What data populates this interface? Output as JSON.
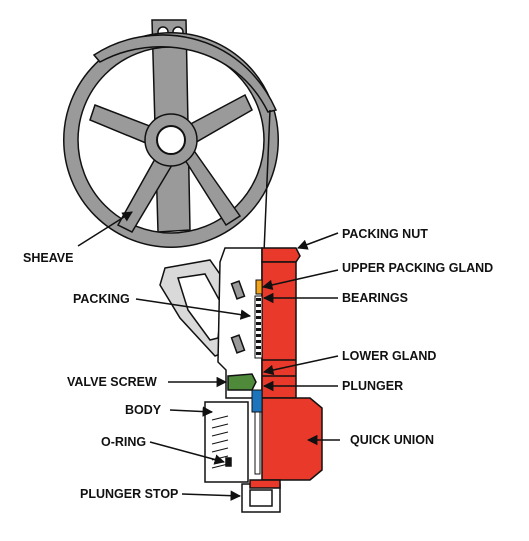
{
  "colors": {
    "red": "#e8392b",
    "gray": "#9a9a9a",
    "dark_gray": "#6f6f6f",
    "green": "#4e8a3a",
    "blue": "#1c75bc",
    "orange": "#f4a41c",
    "outline": "#111111"
  },
  "labels": {
    "sheave": "SHEAVE",
    "packing_nut": "PACKING NUT",
    "upper_packing_gland": "UPPER PACKING GLAND",
    "bearings": "BEARINGS",
    "packing": "PACKING",
    "lower_gland": "LOWER GLAND",
    "valve_screw": "VALVE SCREW",
    "plunger": "PLUNGER",
    "body": "BODY",
    "quick_union": "QUICK UNION",
    "o_ring": "O-RING",
    "plunger_stop": "PLUNGER STOP"
  }
}
